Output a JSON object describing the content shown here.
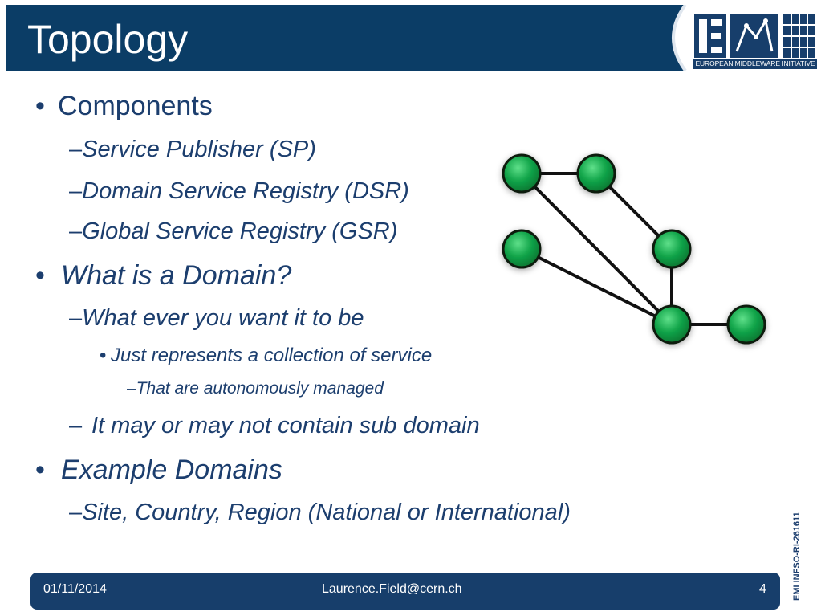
{
  "header": {
    "title": "Topology",
    "logo_text": "EUROPEAN MIDDLEWARE INITIATIVE"
  },
  "body": {
    "b1": "Components",
    "b1_1": "Service Publisher (SP)",
    "b1_2": "Domain Service Registry (DSR)",
    "b1_3": "Global Service Registry (GSR)",
    "b2": "What is a Domain?",
    "b2_1": "What ever you want it to be",
    "b2_1_1": "Just represents a collection of service",
    "b2_1_1_1": "That are autonomously managed",
    "b2_2": "It may or may not contain sub domain",
    "b3": "Example Domains",
    "b3_1": "Site, Country, Region (National or International)"
  },
  "bullets": {
    "dot": "•",
    "dash": "–"
  },
  "side_text": "EMI INFSO-RI-261611",
  "footer": {
    "date": "01/11/2014",
    "email": "Laurence.Field@cern.ch",
    "page": "4"
  },
  "colors": {
    "title_bar": "#0b3d66",
    "text": "#1c3e6e",
    "footer": "#173e6b",
    "node": "#12a54a",
    "edge": "#111111"
  }
}
